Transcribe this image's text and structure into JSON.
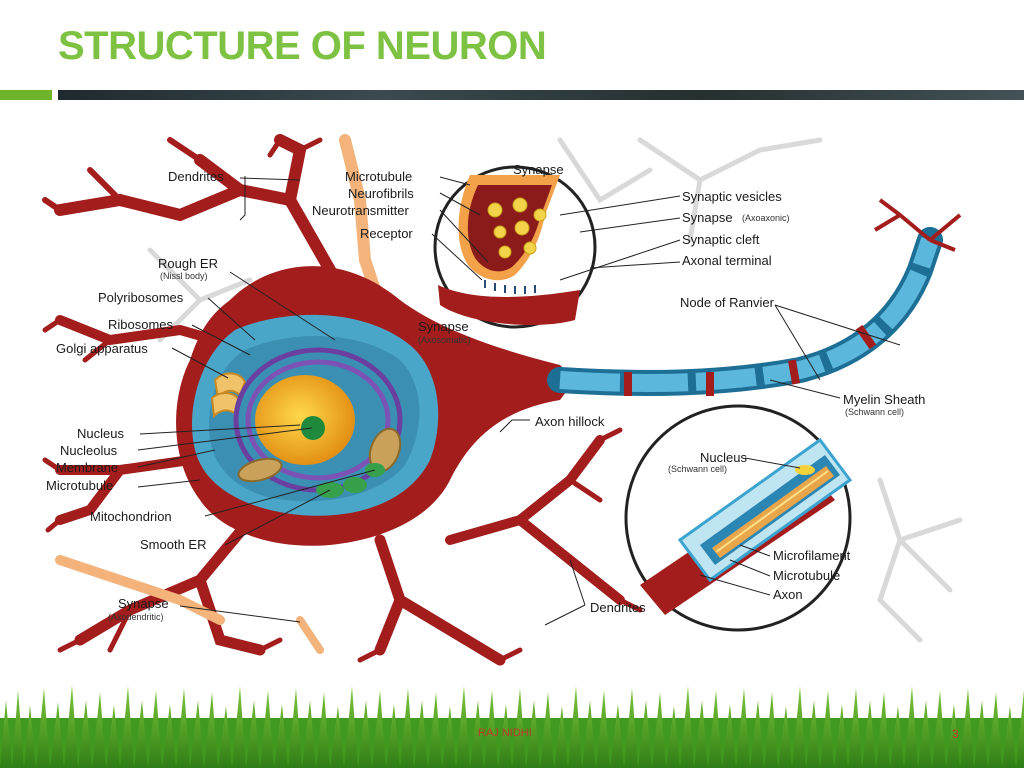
{
  "slide": {
    "title": "STRUCTURE OF NEURON",
    "footer": "RAJ NIDHI",
    "page_number": "3"
  },
  "labels": {
    "dendrites_top": "Dendrites",
    "microtubule_top": "Microtubule",
    "neurofibrils": "Neurofibrils",
    "neurotransmitter": "Neurotransmitter",
    "receptor": "Receptor",
    "synapse_inset": "Synapse",
    "synaptic_vesicles": "Synaptic vesicles",
    "synapse_axoaxonic": "Synapse",
    "synapse_axoaxonic_sub": "(Axoaxonic)",
    "synaptic_cleft": "Synaptic cleft",
    "axonal_terminal": "Axonal terminal",
    "rough_er": "Rough ER",
    "rough_er_sub": "(Nissl body)",
    "polyribosomes": "Polyribosomes",
    "ribosomes": "Ribosomes",
    "golgi": "Golgi apparatus",
    "synapse_axosomatic": "Synapse",
    "synapse_axosomatic_sub": "(Axosomatic)",
    "node_of_ranvier": "Node of Ranvier",
    "axon_hillock": "Axon hillock",
    "myelin_sheath": "Myelin Sheath",
    "myelin_sheath_sub": "(Schwann cell)",
    "nucleus": "Nucleus",
    "nucleolus": "Nucleolus",
    "membrane": "Membrane",
    "microtubule_left": "Microtubule",
    "nucleus_schwann": "Nucleus",
    "nucleus_schwann_sub": "(Schwann cell)",
    "mitochondrion": "Mitochondrion",
    "smooth_er": "Smooth ER",
    "microfilament": "Microfilament",
    "microtubule_inset": "Microtubule",
    "axon": "Axon",
    "synapse_axodendritic": "Synapse",
    "synapse_axodendritic_sub": "(Axodendritic)",
    "dendrites_bottom": "Dendrites"
  }
}
